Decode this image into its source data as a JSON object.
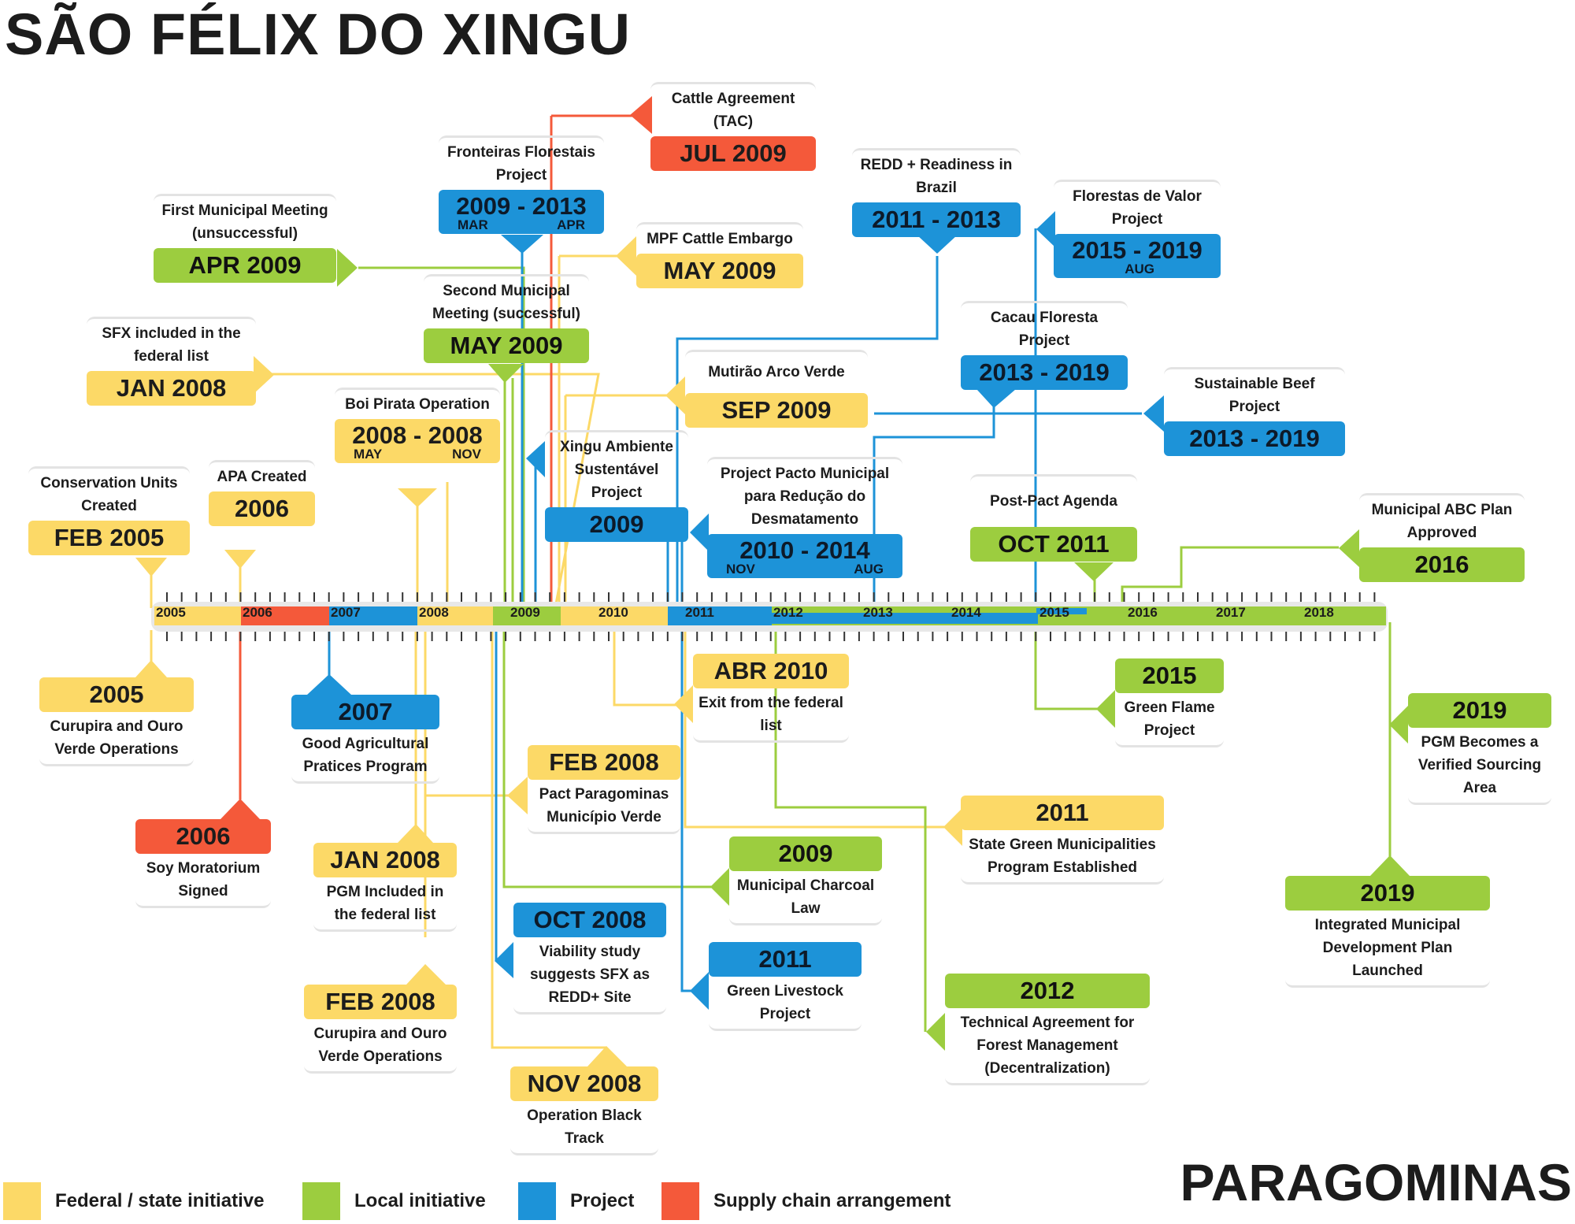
{
  "title": "SÃO FÉLIX DO XINGU",
  "brand": "PARAGOMINAS",
  "colors": {
    "federal": "#fcd967",
    "local": "#9ccd3f",
    "project": "#1d93d8",
    "supply": "#f4593a"
  },
  "axis_years": [
    "2005",
    "2006",
    "2007",
    "2008",
    "2009",
    "2010",
    "2011",
    "2012",
    "2013",
    "2014",
    "2015",
    "2016",
    "2017",
    "2018"
  ],
  "legend": [
    {
      "label": "Federal / state initiative",
      "color": "#fcd967"
    },
    {
      "label": "Local initiative",
      "color": "#9ccd3f"
    },
    {
      "label": "Project",
      "color": "#1d93d8"
    },
    {
      "label": "Supply chain arrangement",
      "color": "#f4593a"
    }
  ],
  "events_top": [
    {
      "text": "Conservation Units Created",
      "date": "FEB 2005"
    },
    {
      "text": "APA Created",
      "date": "2006"
    },
    {
      "text": "SFX included in the federal list",
      "date": "JAN 2008"
    },
    {
      "text": "First Municipal Meeting (unsuccessful)",
      "date": "APR 2009"
    },
    {
      "text": "Boi Pirata Operation",
      "date": "2008 - 2008",
      "sub_left": "MAY",
      "sub_right": "NOV"
    },
    {
      "text": "Second Municipal Meeting (successful)",
      "date": "MAY 2009"
    },
    {
      "text": "Fronteiras Florestais Project",
      "date": "2009 - 2013",
      "sub_left": "MAR",
      "sub_right": "APR"
    },
    {
      "text": "Cattle Agreement (TAC)",
      "date": "JUL 2009"
    },
    {
      "text": "MPF Cattle Embargo",
      "date": "MAY 2009"
    },
    {
      "text": "Xingu Ambiente Sustentável Project",
      "date": "2009"
    },
    {
      "text": "Mutirão Arco Verde",
      "date": "SEP 2009"
    },
    {
      "text": "Project Pacto Municipal para Redução do Desmatamento",
      "date": "2010 - 2014",
      "sub_left": "NOV",
      "sub_right": "AUG"
    },
    {
      "text": "REDD + Readiness in Brazil",
      "date": "2011 - 2013"
    },
    {
      "text": "Cacau Floresta Project",
      "date": "2013 - 2019"
    },
    {
      "text": "Florestas de Valor Project",
      "date": "2015 - 2019",
      "sub_left": "",
      "sub_right": "AUG"
    },
    {
      "text": "Sustainable Beef Project",
      "date": "2013 - 2019"
    },
    {
      "text": "Post-Pact Agenda",
      "date": "OCT 2011"
    },
    {
      "text": "Municipal ABC Plan Approved",
      "date": "2016"
    }
  ],
  "events_bottom": [
    {
      "date": "2005",
      "text": "Curupira and Ouro Verde Operations"
    },
    {
      "date": "2007",
      "text": "Good Agricultural Pratices Program"
    },
    {
      "date": "2006",
      "text": "Soy Moratorium Signed"
    },
    {
      "date": "JAN 2008",
      "text": "PGM Included in the federal list"
    },
    {
      "date": "FEB 2008",
      "text": "Curupira and Ouro Verde Operations"
    },
    {
      "date": "FEB 2008",
      "text": "Pact Paragominas Município Verde"
    },
    {
      "date": "OCT 2008",
      "text": "Viability study suggests SFX as REDD+ Site"
    },
    {
      "date": "NOV 2008",
      "text": "Operation Black Track"
    },
    {
      "date": "ABR 2010",
      "text": "Exit from the federal list"
    },
    {
      "date": "2009",
      "text": "Municipal Charcoal Law"
    },
    {
      "date": "2011",
      "text": "Green Livestock Project"
    },
    {
      "date": "2011",
      "text": "State Green Municipalities  Program Established"
    },
    {
      "date": "2012",
      "text": "Technical Agreement for Forest Management (Decentralization)"
    },
    {
      "date": "2015",
      "text": "Green Flame Project"
    },
    {
      "date": "2019",
      "text": "PGM Becomes a Verified Sourcing Area"
    },
    {
      "date": "2019",
      "text": "Integrated Municipal Development Plan Launched"
    }
  ]
}
